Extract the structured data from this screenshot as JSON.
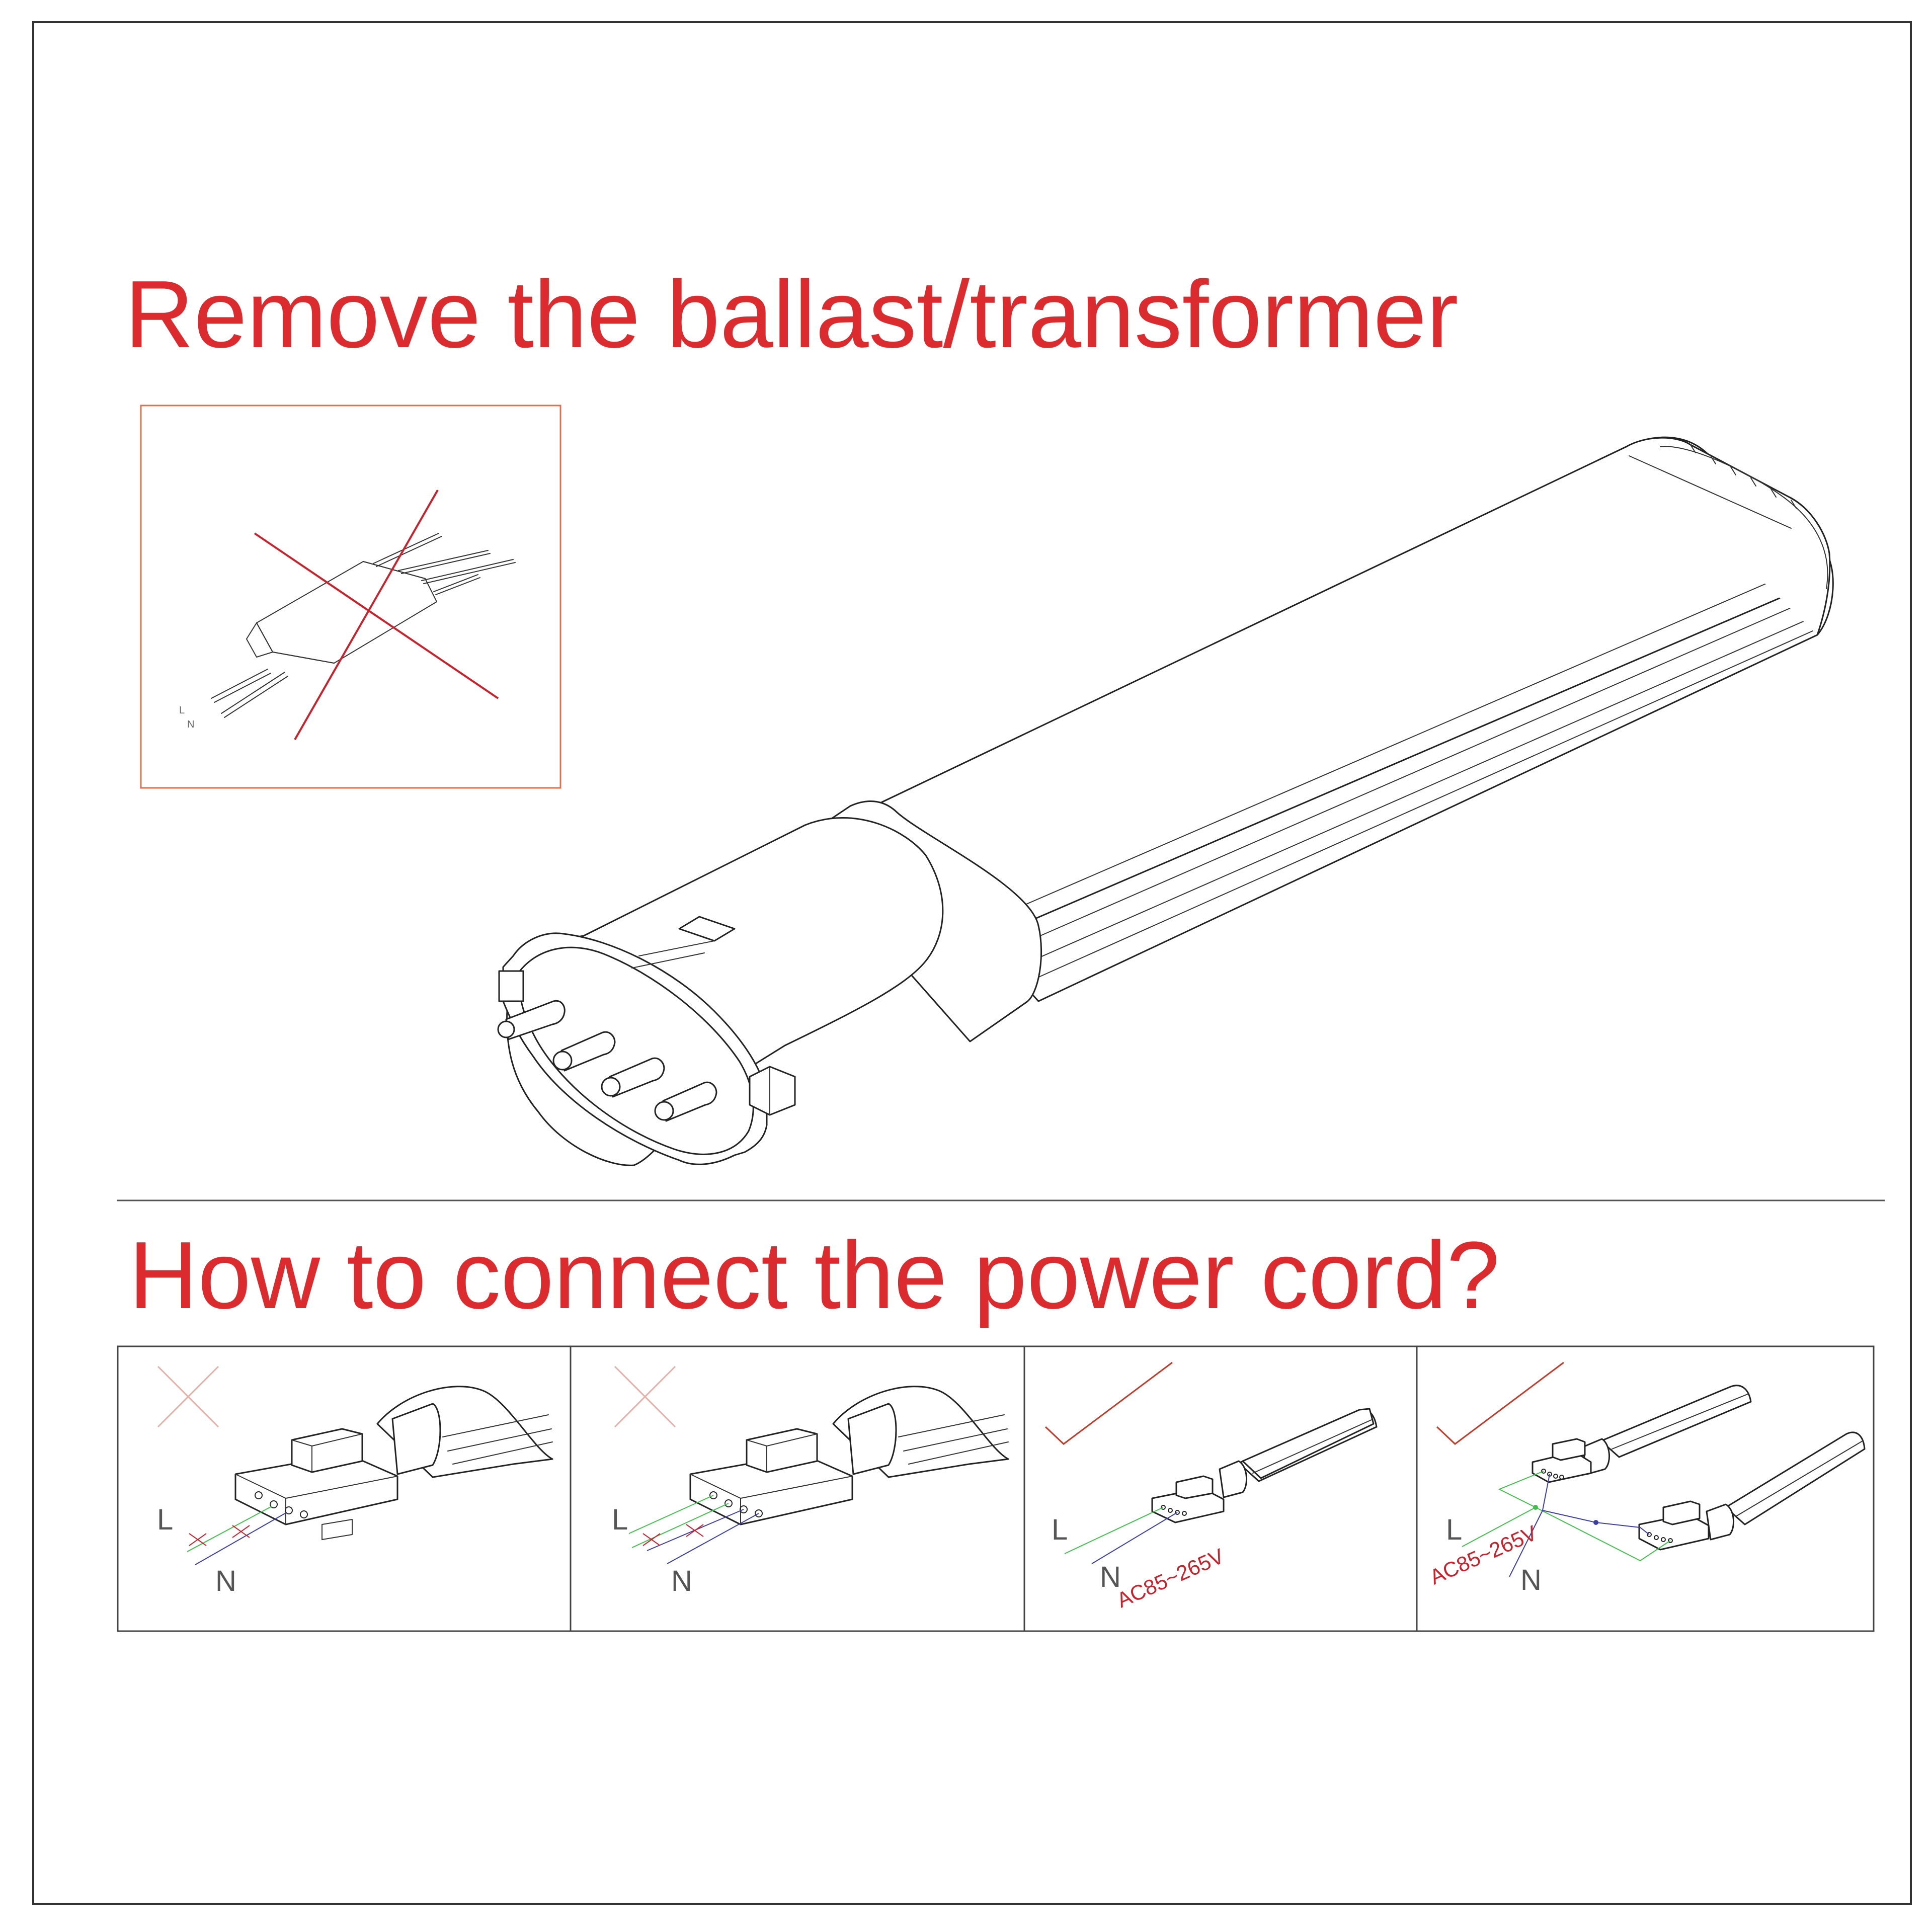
{
  "headings": {
    "remove": "Remove the ballast/transformer",
    "connect": "How to connect the power cord?"
  },
  "ballast_inset": {
    "wire_labels": {
      "live": "L",
      "neutral": "N"
    }
  },
  "wiring_panels": [
    {
      "status": "incorrect",
      "label_live": "L",
      "label_neutral": "N",
      "voltage": ""
    },
    {
      "status": "incorrect",
      "label_live": "L",
      "label_neutral": "N",
      "voltage": ""
    },
    {
      "status": "correct",
      "label_live": "L",
      "label_neutral": "N",
      "voltage": "AC85~265V"
    },
    {
      "status": "correct",
      "label_live": "L",
      "label_neutral": "N",
      "voltage": "AC85~265V"
    }
  ],
  "colors": {
    "heading": "#dc2b2e",
    "cross_mark": "#e3b1a8",
    "check_mark": "#c43b2c",
    "inset_border": "#e07050",
    "ballast_cross": "#c8222d",
    "live_wire": "#3fc04a",
    "neutral_wire": "#3c3ca8",
    "voltage_text": "#c8222d"
  },
  "icons": [
    "cross-mark-icon",
    "check-mark-icon",
    "ballast-icon",
    "led-tube-icon",
    "connector-icon"
  ]
}
